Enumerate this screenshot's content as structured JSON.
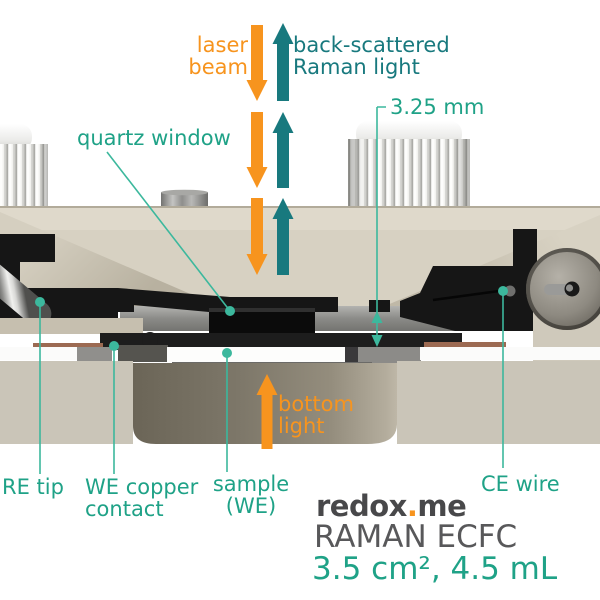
{
  "colors": {
    "orange": "#f7941e",
    "teal": "#1fa287",
    "teal_dark": "#18797e",
    "teal_line": "#3cb89d",
    "logo_gray": "#48484a",
    "title_gray": "#58585a",
    "beige": "#d7d1c2",
    "beige_light": "#dfd9cb",
    "slab": "#cac5b8",
    "black_part": "#161616",
    "copper": "#9c6a52",
    "white_part": "#fbfbfa"
  },
  "annotations": {
    "laser_beam": "laser\nbeam",
    "back_scattered": "back-scattered\nRaman light",
    "gap": "3.25 mm",
    "quartz_window": "quartz window",
    "bottom_light": "bottom\nlight",
    "re_tip": "RE tip",
    "we_copper_contact": "WE copper\ncontact",
    "sample_we": "sample\n(WE)",
    "ce_wire": "CE wire"
  },
  "arrows": {
    "laser_beam": {
      "direction": "down",
      "color": "#f7941e",
      "count": 3
    },
    "raman_light": {
      "direction": "up",
      "color": "#18797e",
      "count": 3
    },
    "bottom_light": {
      "direction": "up",
      "color": "#f7941e",
      "count": 1
    },
    "gap_dimension": {
      "style": "double-ended",
      "color": "#3cb89d"
    }
  },
  "brand": {
    "logo_name": "redox",
    "logo_dot": ".",
    "logo_tld": "me",
    "product_name": "RAMAN ECFC",
    "specs": "3.5 cm², 4.5 mL"
  }
}
